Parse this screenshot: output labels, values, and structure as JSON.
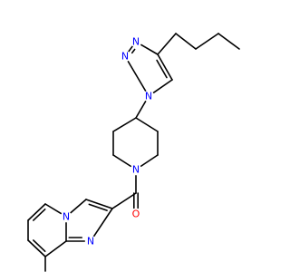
{
  "molecule": {
    "colors": {
      "bond": "#000000",
      "N": "#0000ff",
      "O": "#ff0000",
      "background": "#ffffff"
    },
    "atoms": [
      {
        "id": "a_but1",
        "el": "C"
      },
      {
        "id": "a_but2",
        "el": "C"
      },
      {
        "id": "a_but3",
        "el": "C"
      },
      {
        "id": "a_but4",
        "el": "C"
      },
      {
        "id": "a_t4",
        "el": "C"
      },
      {
        "id": "a_t5",
        "el": "C"
      },
      {
        "id": "a_t3",
        "el": "N",
        "label": "N"
      },
      {
        "id": "a_t2",
        "el": "N",
        "label": "N"
      },
      {
        "id": "a_t1",
        "el": "N",
        "label": "N"
      },
      {
        "id": "a_p4",
        "el": "C"
      },
      {
        "id": "a_p3",
        "el": "C"
      },
      {
        "id": "a_p2",
        "el": "C"
      },
      {
        "id": "a_p1",
        "el": "N",
        "label": "N"
      },
      {
        "id": "a_p6",
        "el": "C"
      },
      {
        "id": "a_p5",
        "el": "C"
      },
      {
        "id": "a_co",
        "el": "C"
      },
      {
        "id": "a_o",
        "el": "O",
        "label": "O"
      },
      {
        "id": "a_i2",
        "el": "C"
      },
      {
        "id": "a_i3",
        "el": "C"
      },
      {
        "id": "a_in4",
        "el": "N",
        "label": "N"
      },
      {
        "id": "a_i5",
        "el": "C"
      },
      {
        "id": "a_i6",
        "el": "C"
      },
      {
        "id": "a_i7",
        "el": "C"
      },
      {
        "id": "a_i8",
        "el": "C"
      },
      {
        "id": "a_i8a",
        "el": "C"
      },
      {
        "id": "a_in1",
        "el": "N",
        "label": "N"
      },
      {
        "id": "a_me",
        "el": "C"
      }
    ],
    "bonds": [
      {
        "a": "a_but1",
        "b": "a_but2",
        "order": 1
      },
      {
        "a": "a_but2",
        "b": "a_but3",
        "order": 1
      },
      {
        "a": "a_but3",
        "b": "a_but4",
        "order": 1
      },
      {
        "a": "a_but4",
        "b": "a_t4",
        "order": 1
      },
      {
        "a": "a_t4",
        "b": "a_t3",
        "order": 1
      },
      {
        "a": "a_t3",
        "b": "a_t2",
        "order": 2
      },
      {
        "a": "a_t2",
        "b": "a_t1",
        "order": 1
      },
      {
        "a": "a_t1",
        "b": "a_t5",
        "order": 1
      },
      {
        "a": "a_t5",
        "b": "a_t4",
        "order": 2
      },
      {
        "a": "a_t1",
        "b": "a_p4",
        "order": 1
      },
      {
        "a": "a_p4",
        "b": "a_p3",
        "order": 1
      },
      {
        "a": "a_p3",
        "b": "a_p2",
        "order": 1
      },
      {
        "a": "a_p2",
        "b": "a_p1",
        "order": 1
      },
      {
        "a": "a_p1",
        "b": "a_p6",
        "order": 1
      },
      {
        "a": "a_p6",
        "b": "a_p5",
        "order": 1
      },
      {
        "a": "a_p5",
        "b": "a_p4",
        "order": 1
      },
      {
        "a": "a_p1",
        "b": "a_co",
        "order": 1
      },
      {
        "a": "a_co",
        "b": "a_o",
        "order": 2
      },
      {
        "a": "a_co",
        "b": "a_i2",
        "order": 1
      },
      {
        "a": "a_i2",
        "b": "a_i3",
        "order": 2
      },
      {
        "a": "a_i3",
        "b": "a_in4",
        "order": 1
      },
      {
        "a": "a_in4",
        "b": "a_i5",
        "order": 1
      },
      {
        "a": "a_i5",
        "b": "a_i6",
        "order": 2
      },
      {
        "a": "a_i6",
        "b": "a_i7",
        "order": 1
      },
      {
        "a": "a_i7",
        "b": "a_i8",
        "order": 2
      },
      {
        "a": "a_i8",
        "b": "a_i8a",
        "order": 1
      },
      {
        "a": "a_i8a",
        "b": "a_in4",
        "order": 1
      },
      {
        "a": "a_i8a",
        "b": "a_in1",
        "order": 2
      },
      {
        "a": "a_in1",
        "b": "a_i2",
        "order": 1
      },
      {
        "a": "a_i8",
        "b": "a_me",
        "order": 1
      }
    ]
  }
}
